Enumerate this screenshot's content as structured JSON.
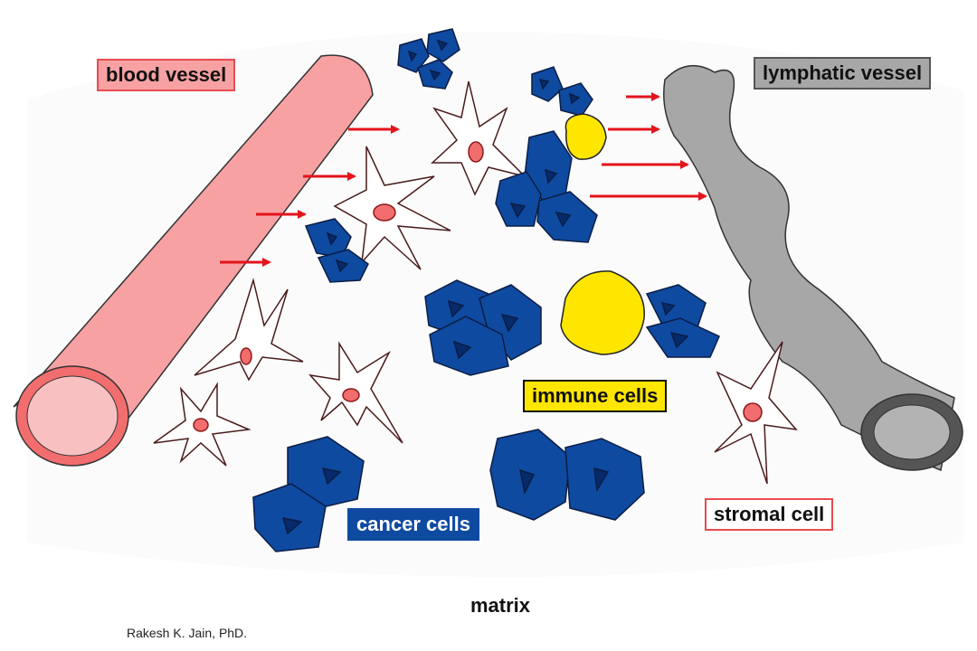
{
  "labels": {
    "blood_vessel": "blood vessel",
    "lymphatic_vessel": "lymphatic vessel",
    "immune_cells": "immune cells",
    "cancer_cells": "cancer cells",
    "stromal_cell": "stromal cell",
    "matrix": "matrix"
  },
  "credit": "Rakesh K. Jain, PhD.",
  "colors": {
    "blood_vessel_fill": "#f7a1a3",
    "blood_vessel_edge": "#e94b4f",
    "lymphatic_fill": "#a7a7a7",
    "lymphatic_edge": "#555555",
    "cancer_cell": "#0f4aa1",
    "cancer_nucleus": "#062a6b",
    "immune_cell": "#ffe600",
    "stromal_nucleus": "#f26d6d",
    "arrow": "#e3141b",
    "matrix_bg": "#fbfbfb"
  }
}
